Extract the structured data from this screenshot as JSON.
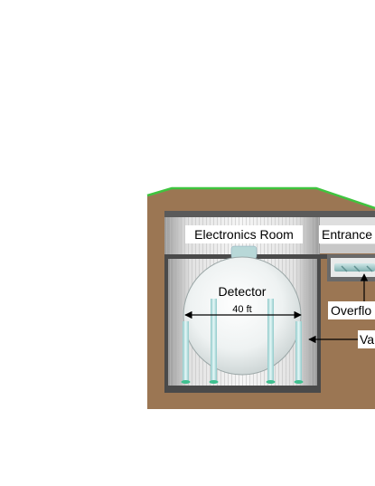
{
  "labels": {
    "electronics_room": "Electronics Room",
    "entrance": "Entrance",
    "detector": "Detector",
    "diameter": "40 ft",
    "overflow": "Overflo",
    "vault": "Va"
  },
  "colors": {
    "earth": "#9b7653",
    "grass": "#3fc43f",
    "wall": "#4a4a4a",
    "room_interior": "#d4d4d4",
    "sphere": "#f0f4f4",
    "leg": "#b9e2e2"
  }
}
